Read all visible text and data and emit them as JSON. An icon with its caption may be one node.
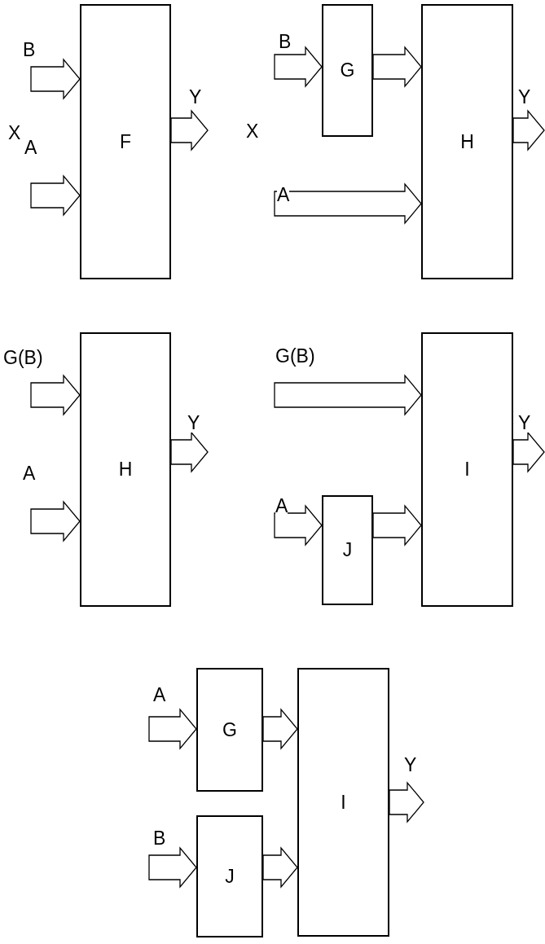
{
  "diagram": {
    "nodes": [
      {
        "text": [
          "F"
        ]
      },
      {
        "text": [
          "G"
        ]
      },
      {
        "text": [
          "H"
        ]
      },
      {
        "text": [
          "H"
        ]
      },
      {
        "text": [
          "I"
        ]
      },
      {
        "text": [
          "J"
        ]
      },
      {
        "text": [
          "G"
        ]
      },
      {
        "text": [
          "I"
        ]
      },
      {
        "text": [
          "J"
        ]
      }
    ],
    "edges": [
      {
        "from": null,
        "to": 0,
        "arrow": "to",
        "label": "B"
      },
      {
        "from": null,
        "to": 0,
        "arrow": "to",
        "label": "A"
      },
      {
        "from": 0,
        "to": null,
        "arrow": "to",
        "label": "Y"
      },
      {
        "from": null,
        "to": 1,
        "arrow": "to",
        "label": "B"
      },
      {
        "from": 1,
        "to": 2,
        "arrow": "to"
      },
      {
        "from": null,
        "to": 2,
        "arrow": "to",
        "label": "A"
      },
      {
        "from": 2,
        "to": null,
        "arrow": "to",
        "label": "Y"
      },
      {
        "from": null,
        "to": 3,
        "arrow": "to",
        "label": "G(B)"
      },
      {
        "from": null,
        "to": 3,
        "arrow": "to",
        "label": "A"
      },
      {
        "from": 3,
        "to": null,
        "arrow": "to",
        "label": "Y"
      },
      {
        "from": null,
        "to": 4,
        "arrow": "to",
        "label": "G(B)"
      },
      {
        "from": null,
        "to": 5,
        "arrow": "to",
        "label": "A"
      },
      {
        "from": 5,
        "to": 4,
        "arrow": "to"
      },
      {
        "from": 4,
        "to": null,
        "arrow": "to",
        "label": "Y"
      },
      {
        "from": null,
        "to": 6,
        "arrow": "to",
        "label": "A"
      },
      {
        "from": 6,
        "to": 7,
        "arrow": "to"
      },
      {
        "from": null,
        "to": 8,
        "arrow": "to",
        "label": "B"
      },
      {
        "from": 8,
        "to": 7,
        "arrow": "to"
      },
      {
        "from": 7,
        "to": null,
        "arrow": "to",
        "label": "Y"
      }
    ],
    "labels": [
      "X",
      "X"
    ]
  }
}
